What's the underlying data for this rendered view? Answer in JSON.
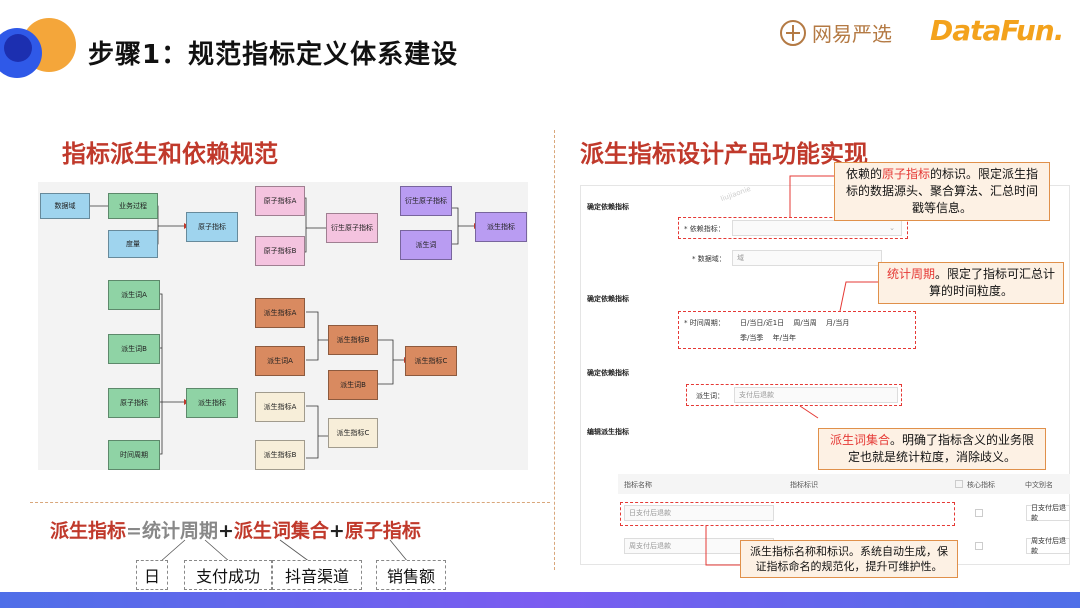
{
  "header": {
    "title": "步骤1：规范指标定义体系建设",
    "brand_cn": "网易严选",
    "brand_en": "DataFun."
  },
  "left": {
    "section_title": "指标派生和依赖规范",
    "nodes": {
      "n1": "数据域",
      "n2": "业务过程",
      "n3": "度量",
      "n4": "原子指标",
      "n5": "原子指标A",
      "n6": "原子指标B",
      "n7": "衍生原子指标",
      "n8": "衍生原子指标",
      "n9": "派生词",
      "n10": "派生指标",
      "n11": "派生词A",
      "n12": "派生词B",
      "n13": "原子指标",
      "n14": "时间周期",
      "n15": "派生指标",
      "n16": "派生指标A",
      "n17": "派生词A",
      "n18": "派生指标B",
      "n19": "派生词B",
      "n20": "派生指标C",
      "n21": "派生指标A",
      "n22": "派生指标B",
      "n23": "派生指标C"
    },
    "formula": {
      "p1": "派生指标",
      "eq": "=",
      "p2": "统计周期",
      "plus1": "+",
      "p3": "派生词集合",
      "plus2": "+",
      "p4": "原子指标"
    },
    "chips": [
      "日",
      "支付成功",
      "抖音渠道",
      "销售额"
    ]
  },
  "right": {
    "section_title": "派生指标设计产品功能实现",
    "form": {
      "s1": "确定依赖指标",
      "dep_label": "* 依赖指标：",
      "domain_label": "* 数据域：",
      "domain_value": "域",
      "s2": "确定依赖指标",
      "period_label": "* 时间周期：",
      "period_opts1": "日/当日/近1日　 周/当周　 月/当月",
      "period_opts2": "季/当季　 年/当年",
      "s3": "确定依赖指标",
      "deriv_label": "派生词：",
      "deriv_value": "支付后退款",
      "s4": "编辑派生指标",
      "col1": "指标名称",
      "col2": "指标标识",
      "col3": "核心指标",
      "col4": "中文别名",
      "row1_name": "日支付后退款",
      "row1_alias": "日支付后退款",
      "row2_name": "周支付后退款",
      "row2_alias": "周支付后退款"
    },
    "callouts": {
      "c1a": "依赖的",
      "c1b": "原子指标",
      "c1c": "的标识。限定派生指标的数据源头、聚合算法、汇总时间戳等信息。",
      "c2a": "统计周期",
      "c2b": "。限定了指标可汇总计算的时间粒度。",
      "c3a": "派生词集合",
      "c3b": "。明确了指标含义的业务限定也就是统计粒度，消除歧义。",
      "c4": "派生指标名称和标识。系统自动生成，保证指标命名的规范化，提升可维护性。"
    }
  },
  "colors": {
    "accent": "#c0392b",
    "orange": "#e0904a",
    "brand": "#f3a21c"
  }
}
